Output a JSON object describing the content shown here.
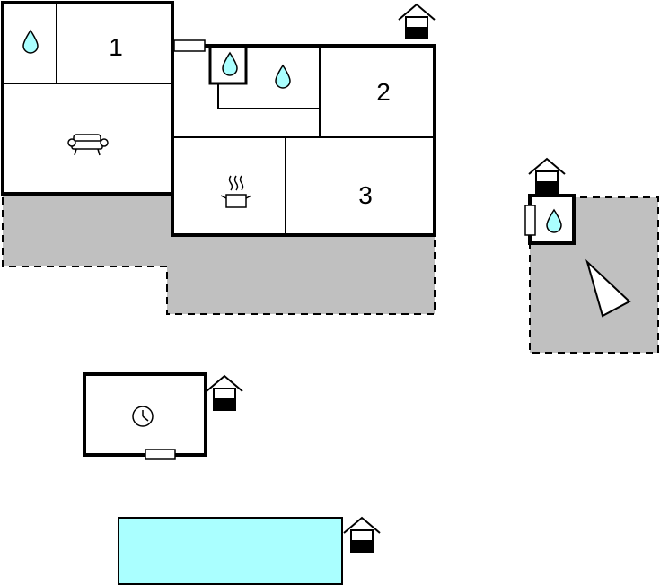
{
  "floorplan": {
    "rooms": [
      {
        "id": "bedroom-1",
        "label": "1"
      },
      {
        "id": "bedroom-2",
        "label": "2"
      },
      {
        "id": "bedroom-3",
        "label": "3"
      }
    ],
    "icons": {
      "water_drop": "water-drop-icon",
      "sofa": "sofa-icon",
      "cooking_pot": "cooking-pot-icon",
      "clock": "clock-icon",
      "house_entrance": "house-entrance-icon",
      "window": "window-icon",
      "sun_direction": "triangle-direction-icon"
    },
    "colors": {
      "terrace": "#c0c0c0",
      "pool": "#aaffff",
      "water": "#aaffff",
      "wall": "#000000"
    }
  }
}
